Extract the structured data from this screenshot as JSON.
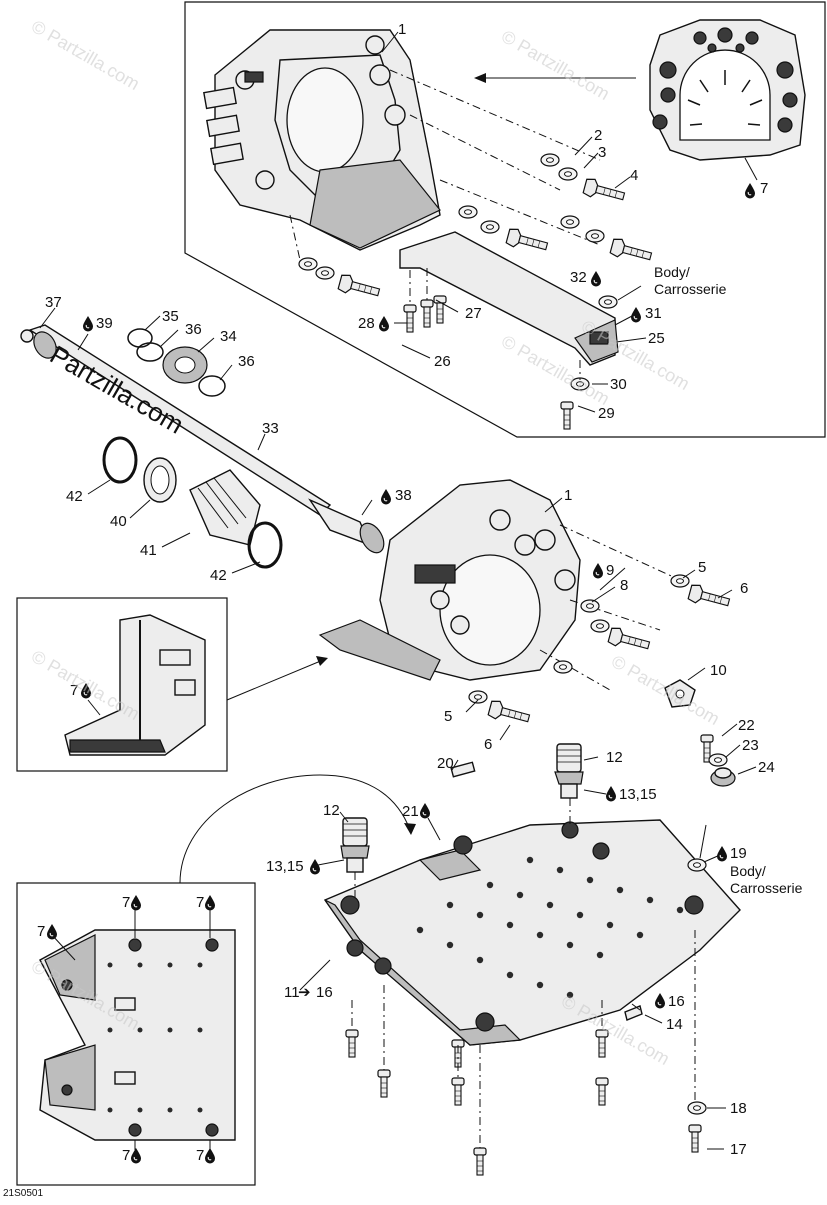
{
  "diagram": {
    "code": "21S0501",
    "watermark": "Partzilla.com",
    "watermark_small": "© Partzilla.com",
    "colors": {
      "line": "#111111",
      "part_fill": "#ededed",
      "dark": "#3a3a3a",
      "frame": "#111111"
    },
    "labels": {
      "top_1": "1",
      "top_2": "2",
      "top_3": "3",
      "top_4": "4",
      "top_7": "7",
      "l25": "25",
      "l26": "26",
      "l27": "27",
      "l28": "28",
      "l29": "29",
      "l30": "30",
      "l31": "31",
      "l32": "32",
      "body_a": "Body/",
      "carrosserie_a": "Carrosserie",
      "l33": "33",
      "l34": "34",
      "l35": "35",
      "l36a": "36",
      "l36b": "36",
      "l37": "37",
      "l38": "38",
      "l39": "39",
      "l40": "40",
      "l41": "41",
      "l42a": "42",
      "l42b": "42",
      "mid_1": "1",
      "l5a": "5",
      "l5b": "5",
      "l6a": "6",
      "l6b": "6",
      "l8": "8",
      "l9": "9",
      "l10": "10",
      "inset_7": "7",
      "l12a": "12",
      "l12b": "12",
      "l13a": "13,15",
      "l13b": "13,15",
      "l14": "14",
      "l16": "16",
      "l11": "11",
      "l11_16": "16",
      "l17": "17",
      "l18": "18",
      "l19": "19",
      "body_b": "Body/",
      "carrosserie_b": "Carrosserie",
      "l20": "20",
      "l21": "21",
      "l22": "22",
      "l23": "23",
      "l24": "24",
      "bl_7a": "7",
      "bl_7b": "7",
      "bl_7c": "7",
      "bl_7d": "7",
      "bl_7e": "7"
    }
  }
}
